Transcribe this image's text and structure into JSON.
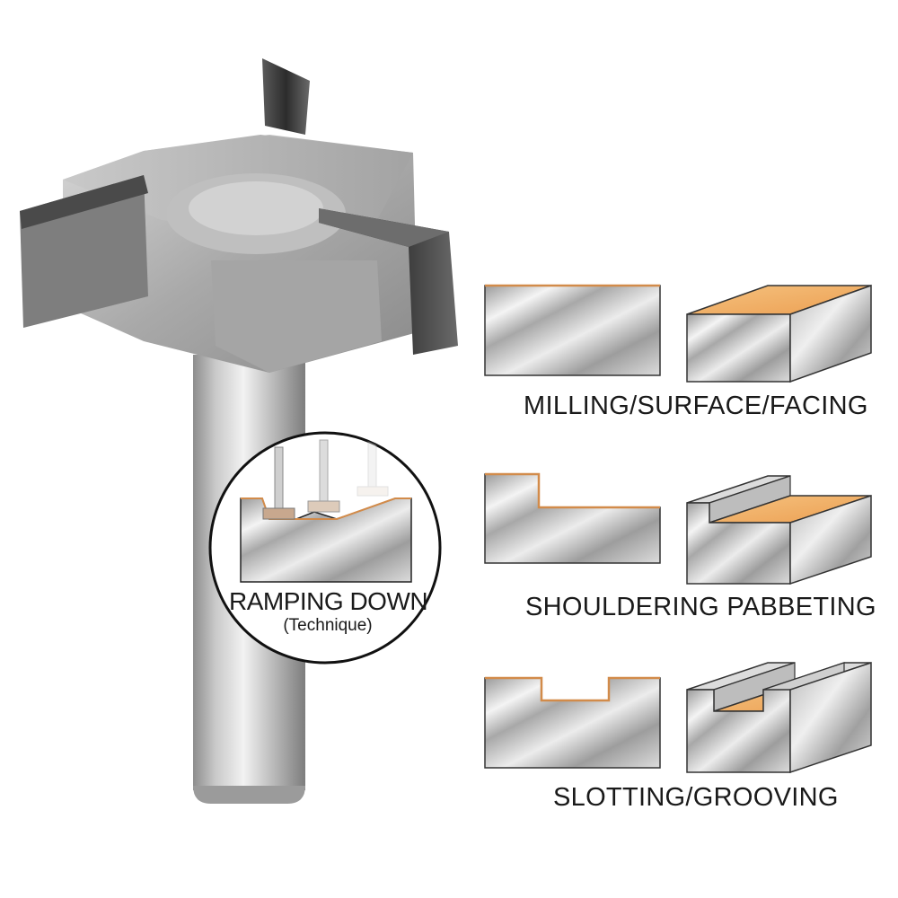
{
  "operations": [
    {
      "label": "MILLING/SURFACE/FACING"
    },
    {
      "label": "SHOULDERING PABBETING"
    },
    {
      "label": "SLOTTING/GROOVING"
    }
  ],
  "inset": {
    "title": "RAMPING DOWN",
    "subtitle": "(Technique)"
  },
  "colors": {
    "steel_light": "#e6e6e6",
    "steel_mid": "#b5b5b5",
    "steel_dark": "#7a7a7a",
    "carbide": "#3a3a3a",
    "wood": "#f2b26b"
  }
}
